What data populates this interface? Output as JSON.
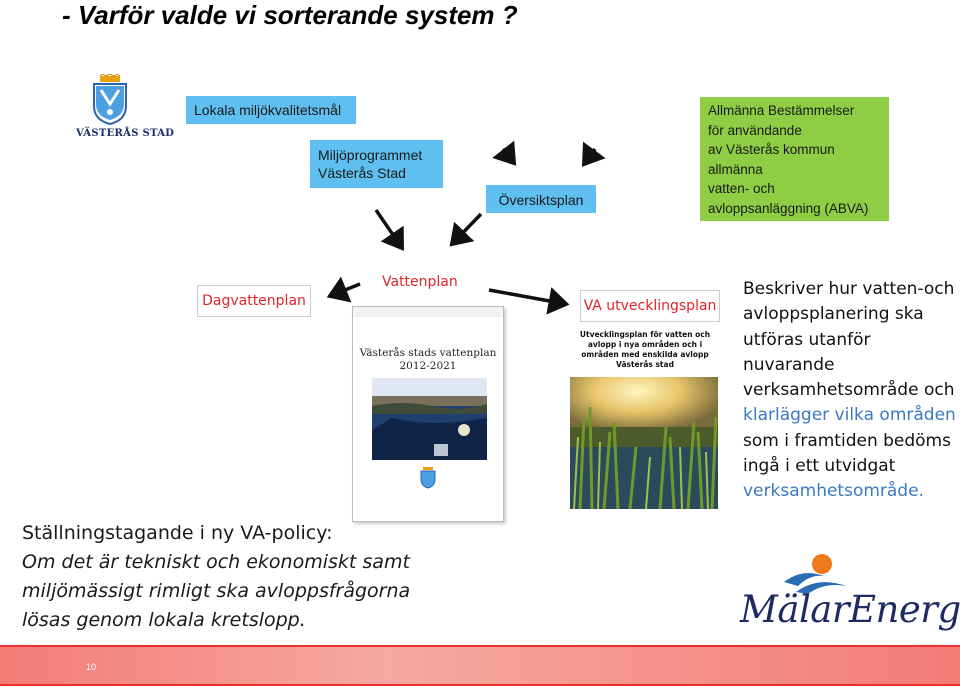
{
  "title": "- Varför valde vi sorterande system ?",
  "logo_vasteras": {
    "text": "VÄSTERÅS STAD"
  },
  "boxes": {
    "lokala": "Lokala miljökvalitetsmål",
    "miljoprogram_l1": "Miljöprogrammet",
    "miljoprogram_l2": "Västerås Stad",
    "oversikt": "Översiktsplan",
    "abva_lines": [
      "Allmänna Bestämmelser",
      "för användande",
      "av Västerås kommun",
      "allmänna",
      "vatten- och",
      "avloppsanläggning (ABVA)"
    ]
  },
  "labels": {
    "dagvattenplan": "Dagvattenplan",
    "vattenplan": "Vattenplan",
    "va_plan": "VA utvecklingsplan"
  },
  "doc_vattenplan": {
    "title_l1": "Västerås stads vattenplan",
    "title_l2": "2012-2021"
  },
  "doc_va": {
    "lines": [
      "Utvecklingsplan för vatten och",
      "avlopp i nya områden och i",
      "områden med enskilda avlopp",
      "Västerås stad"
    ]
  },
  "description": {
    "part1": "Beskriver hur vatten-och avloppsplanering ska utföras utanför nuvarande verksamhetsområde och ",
    "part2": "klarlägger vilka områden",
    "part3": " som i framtiden bedöms ingå i ett utvidgat ",
    "part4": "verksamhetsområde."
  },
  "policy": {
    "heading": "Ställningstagande i ny VA-policy:",
    "lines": [
      "Om det är tekniskt och ekonomiskt samt",
      "miljömässigt rimligt ska avloppsfrågorna",
      "lösas genom lokala kretslopp."
    ]
  },
  "malarenergi": {
    "text": "MälarEnergi"
  },
  "footer": {
    "page_number": "10"
  },
  "colors": {
    "blue_box": "#5fbff0",
    "green_box": "#8fcd45",
    "red_text": "#e2232a",
    "footer": "#ee2f2d",
    "link_blue": "#3a79c4"
  }
}
